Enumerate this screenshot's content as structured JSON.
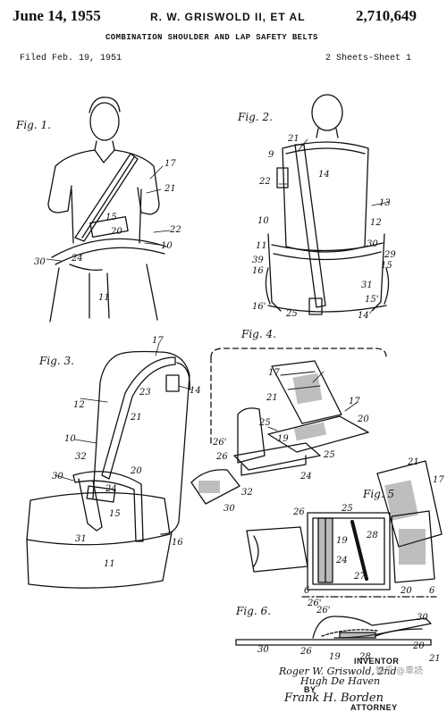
{
  "header": {
    "date": "June 14, 1955",
    "inventors": "R. W. GRISWOLD II, ET AL",
    "patent_number": "2,710,649",
    "title": "COMBINATION SHOULDER AND LAP SAFETY BELTS",
    "filed": "Filed Feb. 19, 1951",
    "sheets": "2 Sheets-Sheet 1"
  },
  "figures": {
    "fig1": "Fig. 1.",
    "fig2": "Fig. 2.",
    "fig3": "Fig. 3.",
    "fig4": "Fig. 4.",
    "fig5": "Fig. 5",
    "fig6": "Fig. 6."
  },
  "ref_numerals": {
    "fig1": [
      "17",
      "21",
      "22",
      "10",
      "30",
      "20",
      "24",
      "11",
      "15"
    ],
    "fig2": [
      "21",
      "9",
      "14",
      "22",
      "13",
      "10",
      "12",
      "11",
      "39",
      "16",
      "30",
      "29",
      "15",
      "31",
      "15'",
      "16'",
      "14'",
      "25"
    ],
    "fig3": [
      "17",
      "14",
      "23",
      "12",
      "21",
      "10",
      "32",
      "20",
      "30",
      "24",
      "15",
      "31",
      "16",
      "11"
    ],
    "fig4": [
      "17",
      "21",
      "17",
      "25",
      "20",
      "26'",
      "19",
      "26",
      "25",
      "24",
      "32",
      "30"
    ],
    "fig5": [
      "21",
      "17",
      "26",
      "25",
      "19",
      "28",
      "24",
      "27",
      "20",
      "6",
      "6",
      "26'"
    ],
    "fig6": [
      "26'",
      "30",
      "30",
      "26",
      "19",
      "28",
      "20",
      "21"
    ]
  },
  "signature": {
    "inventor_label": "INVENTOR",
    "inventor_names_1": "Roger W. Griswold, 2nd",
    "inventor_names_2": "Hugh De Haven",
    "by_label": "BY",
    "attorney_sig": "Frank H. Borden",
    "attorney_label": "ATTORNEY"
  },
  "watermark": "知乎 @車読"
}
